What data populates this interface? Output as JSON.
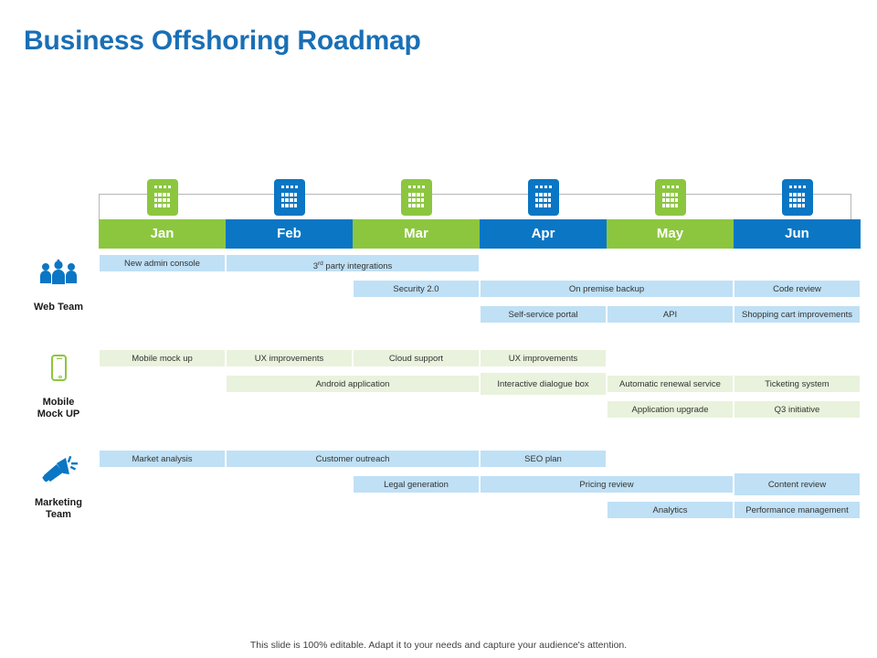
{
  "slide": {
    "title": "Business Offshoring Roadmap",
    "footer": "This slide is 100% editable. Adapt it to your needs and capture your audience's attention."
  },
  "colors": {
    "title_blue": "#1a6fb5",
    "header_blue": "#0a76c4",
    "header_green": "#8cc63f",
    "bar_blue": "#bfe0f5",
    "bar_green": "#e9f2dc",
    "bracket_line": "#b6b6b6"
  },
  "timeline": {
    "months": [
      {
        "label": "Jan",
        "color": "green",
        "icon": "calendar-icon"
      },
      {
        "label": "Feb",
        "color": "blue",
        "icon": "calendar-icon"
      },
      {
        "label": "Mar",
        "color": "green",
        "icon": "calendar-icon"
      },
      {
        "label": "Apr",
        "color": "blue",
        "icon": "calendar-icon"
      },
      {
        "label": "May",
        "color": "green",
        "icon": "calendar-icon"
      },
      {
        "label": "Jun",
        "color": "blue",
        "icon": "calendar-icon"
      }
    ]
  },
  "tracks": [
    {
      "id": "web-team",
      "label": "Web Team",
      "icon": "people-icon",
      "icon_color": "#0a76c4",
      "fill": "blue-fill",
      "rows": [
        [
          {
            "text": "New admin console",
            "start": 0,
            "span": 1
          },
          {
            "text": "3rd party integrations",
            "sup": "rd",
            "base": "3",
            "tail": " party integrations",
            "start": 1,
            "span": 2
          }
        ],
        [
          {
            "text": "Security 2.0",
            "start": 2,
            "span": 1
          },
          {
            "text": "On premise backup",
            "start": 3,
            "span": 2
          },
          {
            "text": "Code review",
            "start": 5,
            "span": 1
          }
        ],
        [
          {
            "text": "Self-service portal",
            "start": 3,
            "span": 1
          },
          {
            "text": "API",
            "start": 4,
            "span": 1
          },
          {
            "text": "Shopping cart improvements",
            "start": 5,
            "span": 1
          }
        ]
      ]
    },
    {
      "id": "mobile-mock-up",
      "label": "Mobile\nMock UP",
      "label_line1": "Mobile",
      "label_line2": "Mock UP",
      "icon": "phone-icon",
      "icon_color": "#8cc63f",
      "fill": "green-fill",
      "rows": [
        [
          {
            "text": "Mobile mock up",
            "start": 0,
            "span": 1
          },
          {
            "text": "UX improvements",
            "start": 1,
            "span": 1
          },
          {
            "text": "Cloud support",
            "start": 2,
            "span": 1
          },
          {
            "text": "UX improvements",
            "start": 3,
            "span": 1
          }
        ],
        [
          {
            "text": "Android application",
            "start": 1,
            "span": 2
          },
          {
            "text": "Interactive dialogue box",
            "start": 3,
            "span": 1,
            "tall": true
          },
          {
            "text": "Automatic renewal service",
            "start": 4,
            "span": 1
          },
          {
            "text": "Ticketing system",
            "start": 5,
            "span": 1
          }
        ],
        [
          {
            "text": "Application upgrade",
            "start": 4,
            "span": 1
          },
          {
            "text": "Q3 initiative",
            "start": 5,
            "span": 1
          }
        ]
      ]
    },
    {
      "id": "marketing-team",
      "label": "Marketing\nTeam",
      "label_line1": "Marketing",
      "label_line2": "Team",
      "icon": "megaphone-icon",
      "icon_color": "#0a76c4",
      "fill": "blue-fill",
      "rows": [
        [
          {
            "text": "Market analysis",
            "start": 0,
            "span": 1
          },
          {
            "text": "Customer outreach",
            "start": 1,
            "span": 2
          },
          {
            "text": "SEO plan",
            "start": 3,
            "span": 1
          }
        ],
        [
          {
            "text": "Legal generation",
            "start": 2,
            "span": 1
          },
          {
            "text": "Pricing review",
            "start": 3,
            "span": 2
          },
          {
            "text": "Content review",
            "start": 5,
            "span": 1,
            "tall": true
          }
        ],
        [
          {
            "text": "Analytics",
            "start": 4,
            "span": 1
          },
          {
            "text": "Performance management",
            "start": 5,
            "span": 1
          }
        ]
      ]
    }
  ]
}
